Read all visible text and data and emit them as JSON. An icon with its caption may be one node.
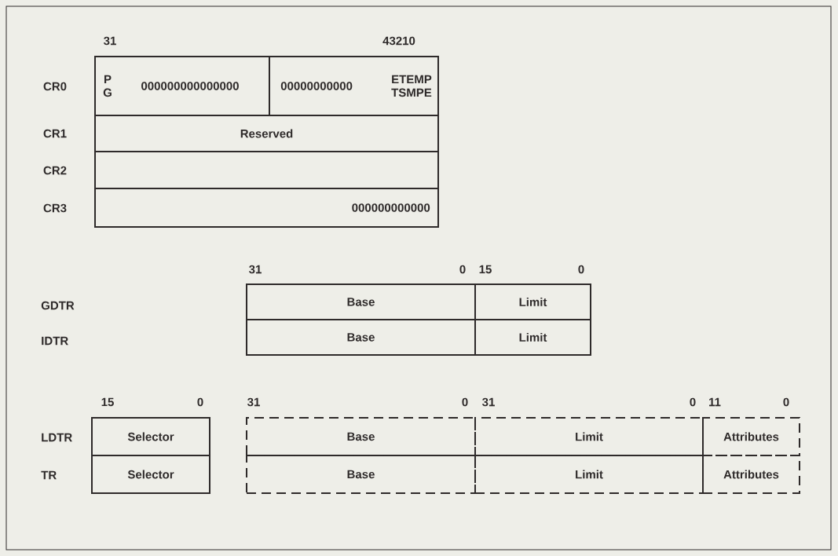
{
  "diagram": {
    "nodes": [
      {
        "text": [
          "P G",
          "000000000000000"
        ]
      },
      {
        "text": [
          "00000000000",
          "ETEMP TSMPE"
        ]
      },
      {
        "text": [
          "Reserved"
        ]
      },
      {
        "text": [],
        "shape": "box"
      },
      {
        "text": [
          "000000000000"
        ]
      },
      {
        "text": [
          "Base"
        ]
      },
      {
        "text": [
          "Limit"
        ]
      },
      {
        "text": [
          "Base"
        ]
      },
      {
        "text": [
          "Limit"
        ]
      },
      {
        "text": [
          "Selector"
        ]
      },
      {
        "text": [
          "Base"
        ]
      },
      {
        "text": [
          "Limit"
        ]
      },
      {
        "text": [
          "Attributes"
        ]
      },
      {
        "text": [
          "Selector"
        ]
      },
      {
        "text": [
          "Base"
        ]
      },
      {
        "text": [
          "Limit"
        ]
      },
      {
        "text": [
          "Attributes"
        ]
      }
    ],
    "labels": [
      "31",
      "43210",
      "CR0",
      "CR1",
      "CR2",
      "CR3",
      "31",
      "0",
      "15",
      "0",
      "GDTR",
      "IDTR",
      "15",
      "0",
      "31",
      "0",
      "31",
      "0",
      "11",
      "0",
      "LDTR",
      "TR"
    ]
  }
}
